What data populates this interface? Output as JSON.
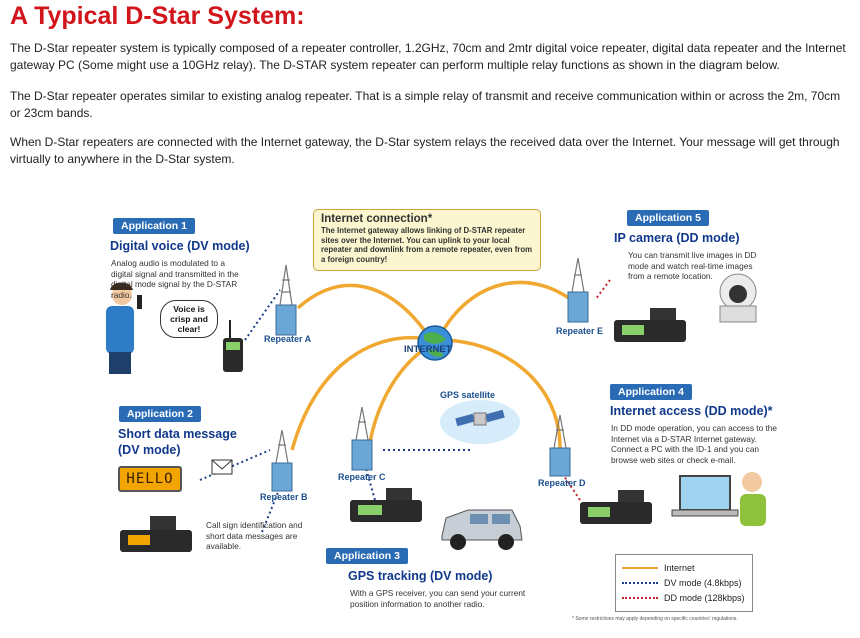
{
  "page": {
    "title": "A Typical D-Star System:",
    "paragraphs": [
      "The D-Star repeater system is typically composed of a repeater controller, 1.2GHz, 70cm and 2mtr digital voice repeater, digital data repeater and the Internet gateway PC (Some might use a 10GHz relay). The D-STAR system repeater can perform multiple relay functions as shown in the diagram below.",
      "The D-Star repeater operates similar to existing analog repeater. That is a simple relay of transmit and receive communication within or across the 2m, 70cm or 23cm bands.",
      "When D-Star repeaters are connected with the Internet gateway, the D-Star system relays the received data over the Internet. Your message will get through virtually to anywhere in the D-Star system."
    ]
  },
  "diagram": {
    "internet_box": {
      "title": "Internet connection*",
      "text": "The Internet gateway allows linking of D-STAR repeater sites over the Internet. You can uplink to your local repeater and downlink from a remote repeater, even from a foreign country!"
    },
    "internet_label": "INTERNET",
    "gps_label": "GPS satellite",
    "applications": [
      {
        "tag": "Application 1",
        "title": "Digital voice (DV mode)",
        "text": "Analog audio is modulated to a digital signal and transmitted in the digital mode signal by the D-STAR radio."
      },
      {
        "tag": "Application 2",
        "title": "Short data message (DV mode)",
        "text": "Call sign identification and short data messages are available."
      },
      {
        "tag": "Application 3",
        "title": "GPS tracking (DV mode)",
        "text": "With a GPS receiver, you can send your current position information to another radio."
      },
      {
        "tag": "Application 4",
        "title": "Internet access (DD mode)*",
        "text": "In DD mode operation, you can access to the Internet via a D-STAR Internet gateway. Connect a PC with the ID-1 and you can browse web sites or check e-mail."
      },
      {
        "tag": "Application 5",
        "title": "IP camera (DD mode)",
        "text": "You can transmit live images in DD mode and watch real-time images from a remote location."
      }
    ],
    "repeaters": [
      "Repeater A",
      "Repeater B",
      "Repeater C",
      "Repeater D",
      "Repeater E"
    ],
    "voice_bubble": "Voice is crisp and clear!",
    "display_text": "HELLO",
    "legend": [
      {
        "label": "Internet",
        "color": "#f0a830",
        "style": "solid"
      },
      {
        "label": "DV mode (4.8kbps)",
        "color": "#1d3f8a",
        "style": "dotted"
      },
      {
        "label": "DD mode (128kbps)",
        "color": "#c4262e",
        "style": "dotted"
      }
    ],
    "footnote": "* Some restrictions may apply depending on specific countries' regulations."
  }
}
